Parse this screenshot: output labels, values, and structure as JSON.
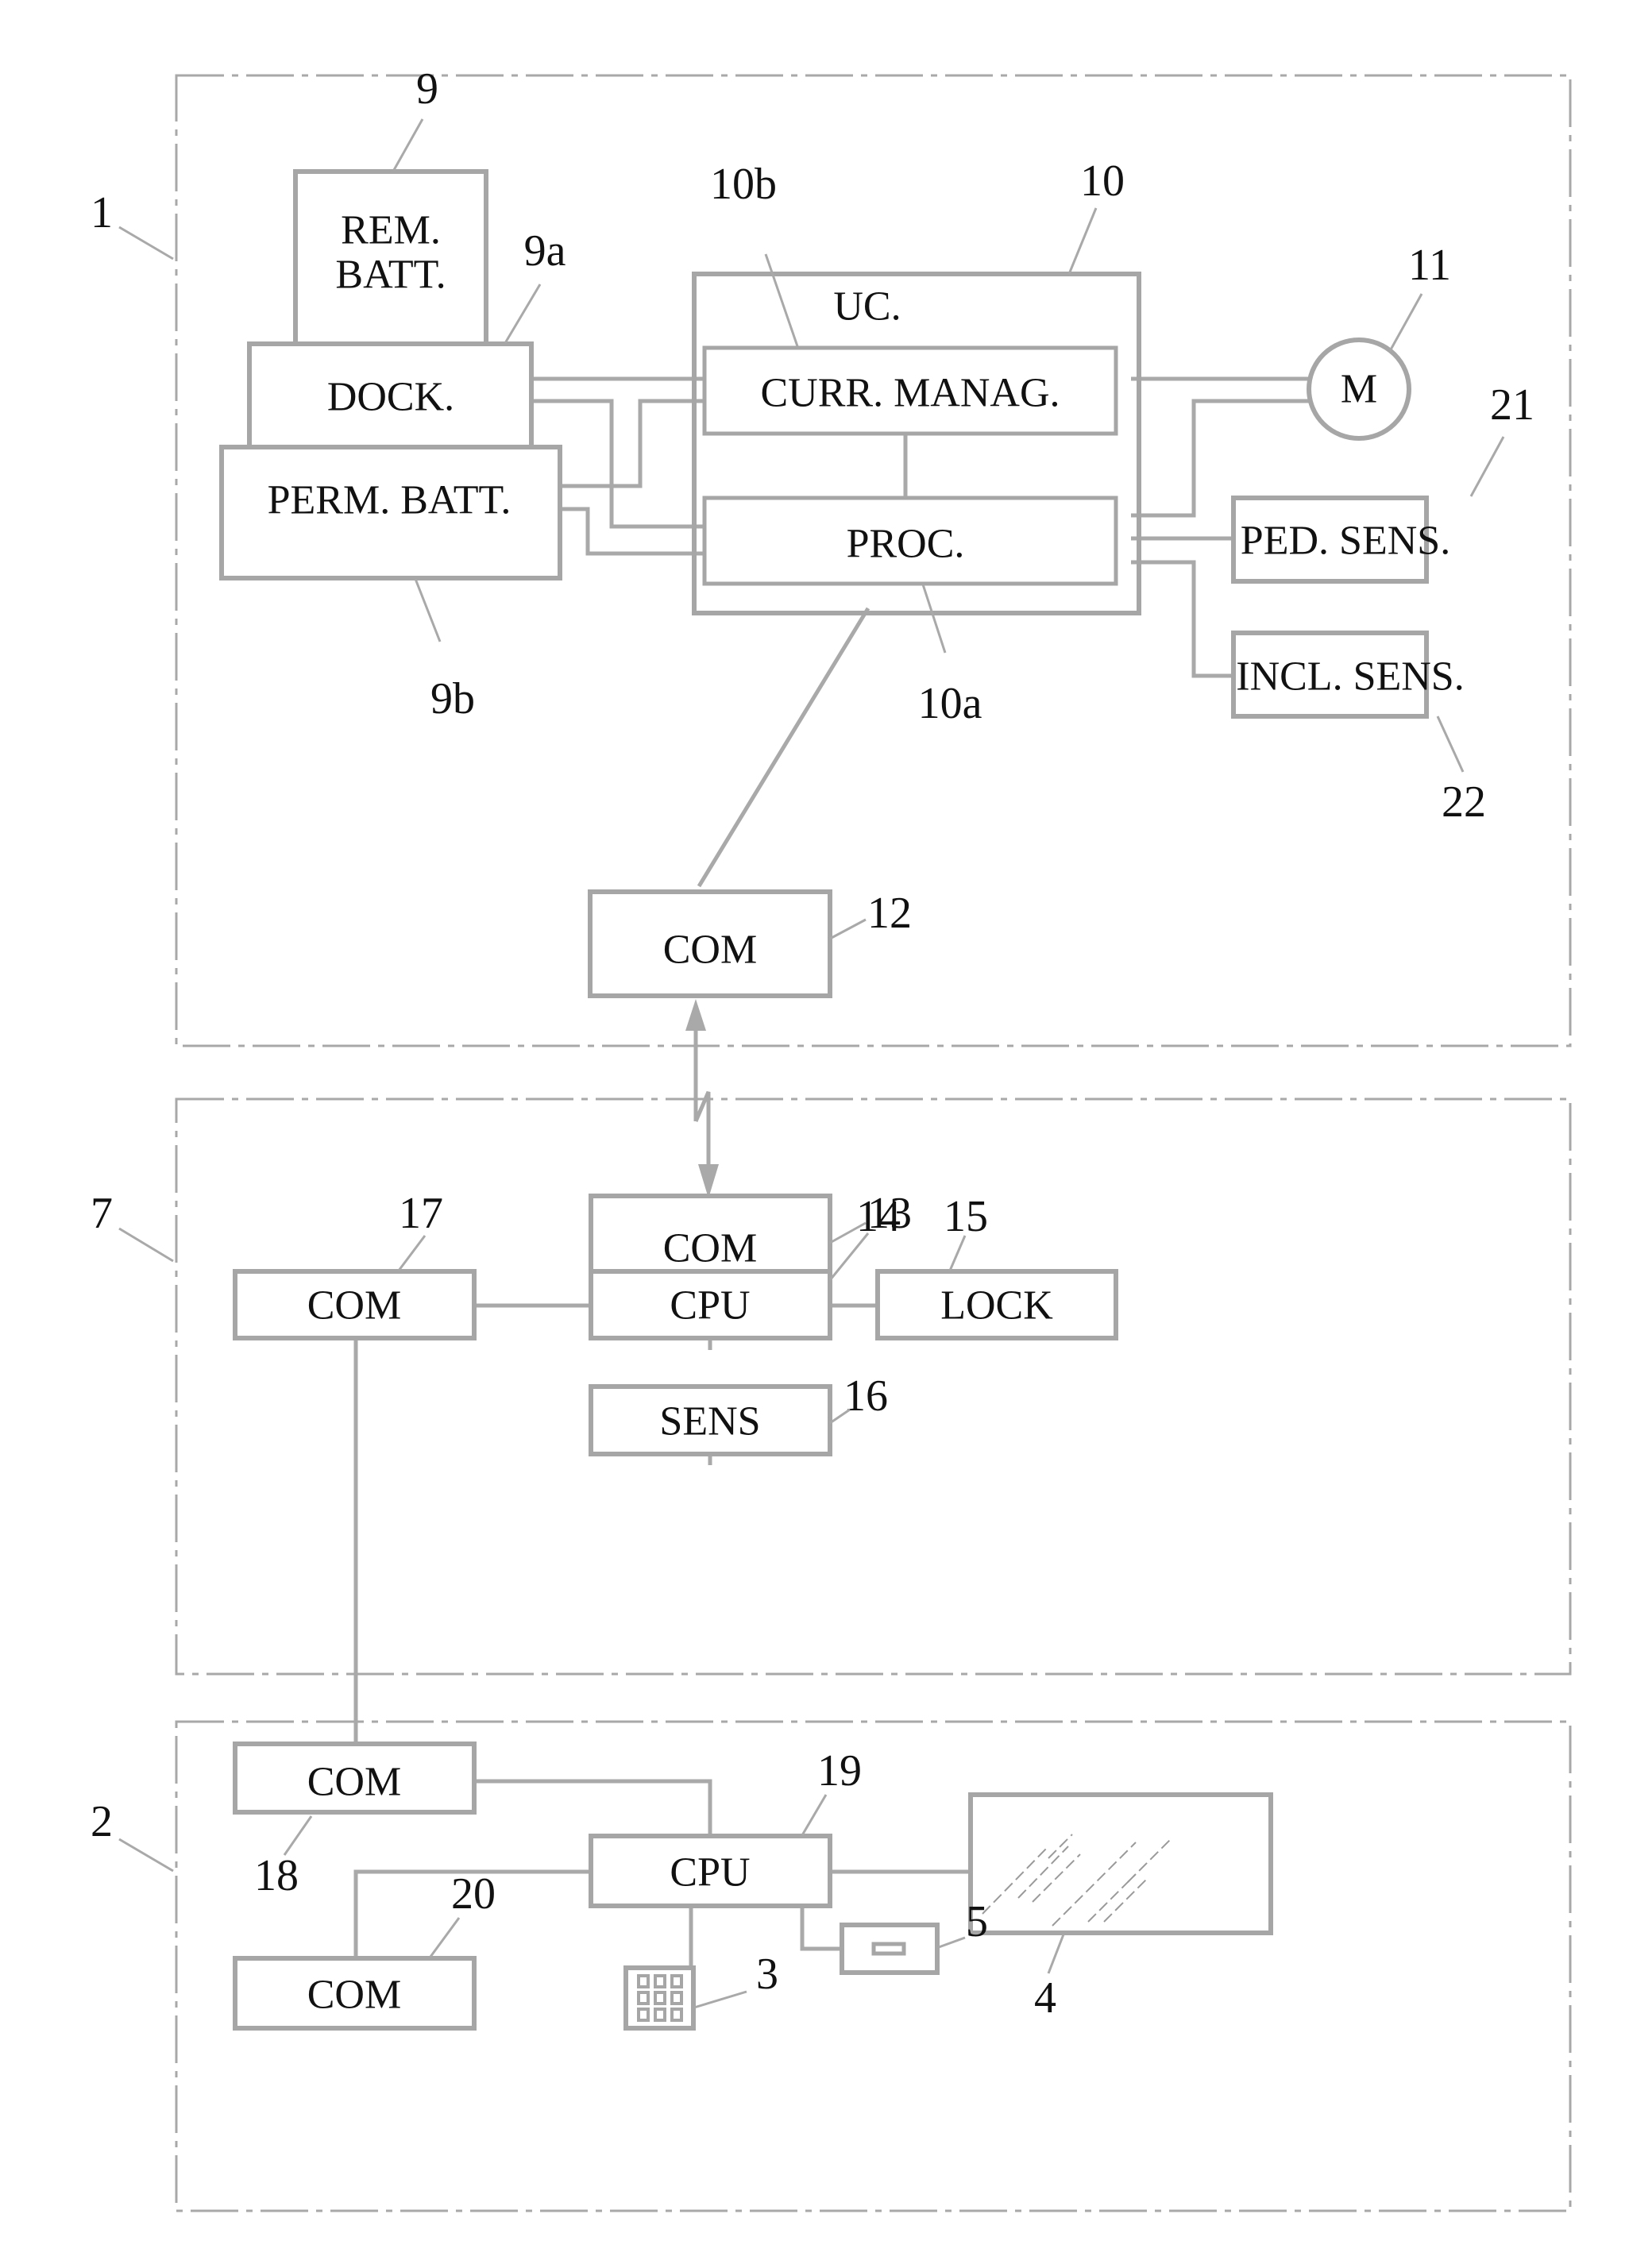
{
  "title": "Block diagram: vehicle unit, docking unit and user terminal",
  "frames": [
    {
      "id": "vehicle",
      "ref": "1"
    },
    {
      "id": "dock_station",
      "ref": "7"
    },
    {
      "id": "user_device",
      "ref": "2"
    }
  ],
  "blocks": {
    "rem_batt": {
      "lines": [
        "REM.",
        "BATT."
      ],
      "ref": "9"
    },
    "dock": {
      "lines": [
        "DOCK."
      ],
      "ref": "9a"
    },
    "perm_batt": {
      "lines": [
        "PERM. BATT."
      ],
      "ref": "9b"
    },
    "uc": {
      "lines": [
        "UC."
      ],
      "ref": "10"
    },
    "proc": {
      "lines": [
        "PROC."
      ],
      "ref": "10a"
    },
    "curr_manag": {
      "lines": [
        "CURR. MANAG."
      ],
      "ref": "10b"
    },
    "motor": {
      "lines": [
        "M"
      ],
      "ref": "11",
      "shape": "circle"
    },
    "com12": {
      "lines": [
        "COM"
      ],
      "ref": "12"
    },
    "ped_sens": {
      "lines": [
        "PED. SENS."
      ],
      "ref": "21"
    },
    "incl_sens": {
      "lines": [
        "INCL. SENS."
      ],
      "ref": "22"
    },
    "com13": {
      "lines": [
        "COM"
      ],
      "ref": "13"
    },
    "cpu14": {
      "lines": [
        "CPU"
      ],
      "ref": "14"
    },
    "lock": {
      "lines": [
        "LOCK"
      ],
      "ref": "15"
    },
    "sens16": {
      "lines": [
        "SENS"
      ],
      "ref": "16"
    },
    "com17": {
      "lines": [
        "COM"
      ],
      "ref": "17"
    },
    "com18": {
      "lines": [
        "COM"
      ],
      "ref": "18"
    },
    "cpu19": {
      "lines": [
        "CPU"
      ],
      "ref": "19"
    },
    "com20": {
      "lines": [
        "COM"
      ],
      "ref": "20"
    },
    "keypad": {
      "lines": [],
      "ref": "3",
      "icon": "keypad-icon"
    },
    "display": {
      "lines": [],
      "ref": "4",
      "icon": "screen-icon"
    },
    "card_reader": {
      "lines": [],
      "ref": "5",
      "icon": "card-slot-icon"
    }
  },
  "connections": [
    {
      "from": "dock",
      "to": "curr_manag"
    },
    {
      "from": "dock",
      "to": "proc"
    },
    {
      "from": "perm_batt",
      "to": "curr_manag"
    },
    {
      "from": "perm_batt",
      "to": "proc"
    },
    {
      "from": "curr_manag",
      "to": "proc"
    },
    {
      "from": "curr_manag",
      "to": "motor"
    },
    {
      "from": "proc",
      "to": "motor"
    },
    {
      "from": "proc",
      "to": "ped_sens"
    },
    {
      "from": "proc",
      "to": "incl_sens"
    },
    {
      "from": "uc",
      "to": "com12"
    },
    {
      "from": "com12",
      "to": "com13",
      "type": "wireless-bidirectional"
    },
    {
      "from": "com13",
      "to": "cpu14"
    },
    {
      "from": "com17",
      "to": "cpu14"
    },
    {
      "from": "cpu14",
      "to": "lock"
    },
    {
      "from": "cpu14",
      "to": "sens16"
    },
    {
      "from": "com17",
      "to": "com18"
    },
    {
      "from": "com18",
      "to": "cpu19"
    },
    {
      "from": "com20",
      "to": "cpu19"
    },
    {
      "from": "cpu19",
      "to": "display"
    },
    {
      "from": "cpu19",
      "to": "keypad"
    },
    {
      "from": "cpu19",
      "to": "card_reader"
    }
  ]
}
